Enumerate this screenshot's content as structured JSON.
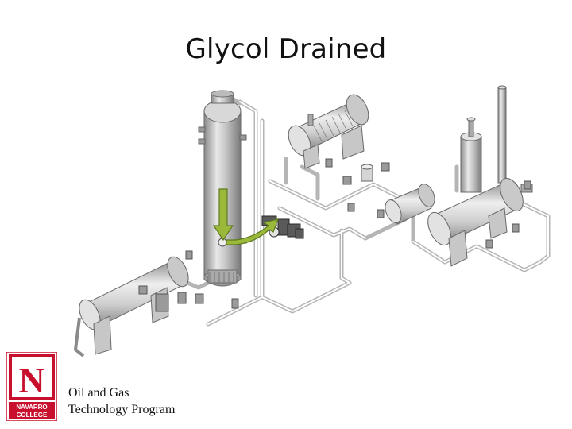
{
  "slide": {
    "title": "Glycol Drained"
  },
  "footer": {
    "line1": "Oil and Gas",
    "line2": "Technology Program"
  },
  "logo": {
    "letter": "N",
    "line1": "NAVARRO",
    "line2": "COLLEGE",
    "color": "#c8102e"
  },
  "flow": {
    "arrow_color": "#9ab93a"
  }
}
